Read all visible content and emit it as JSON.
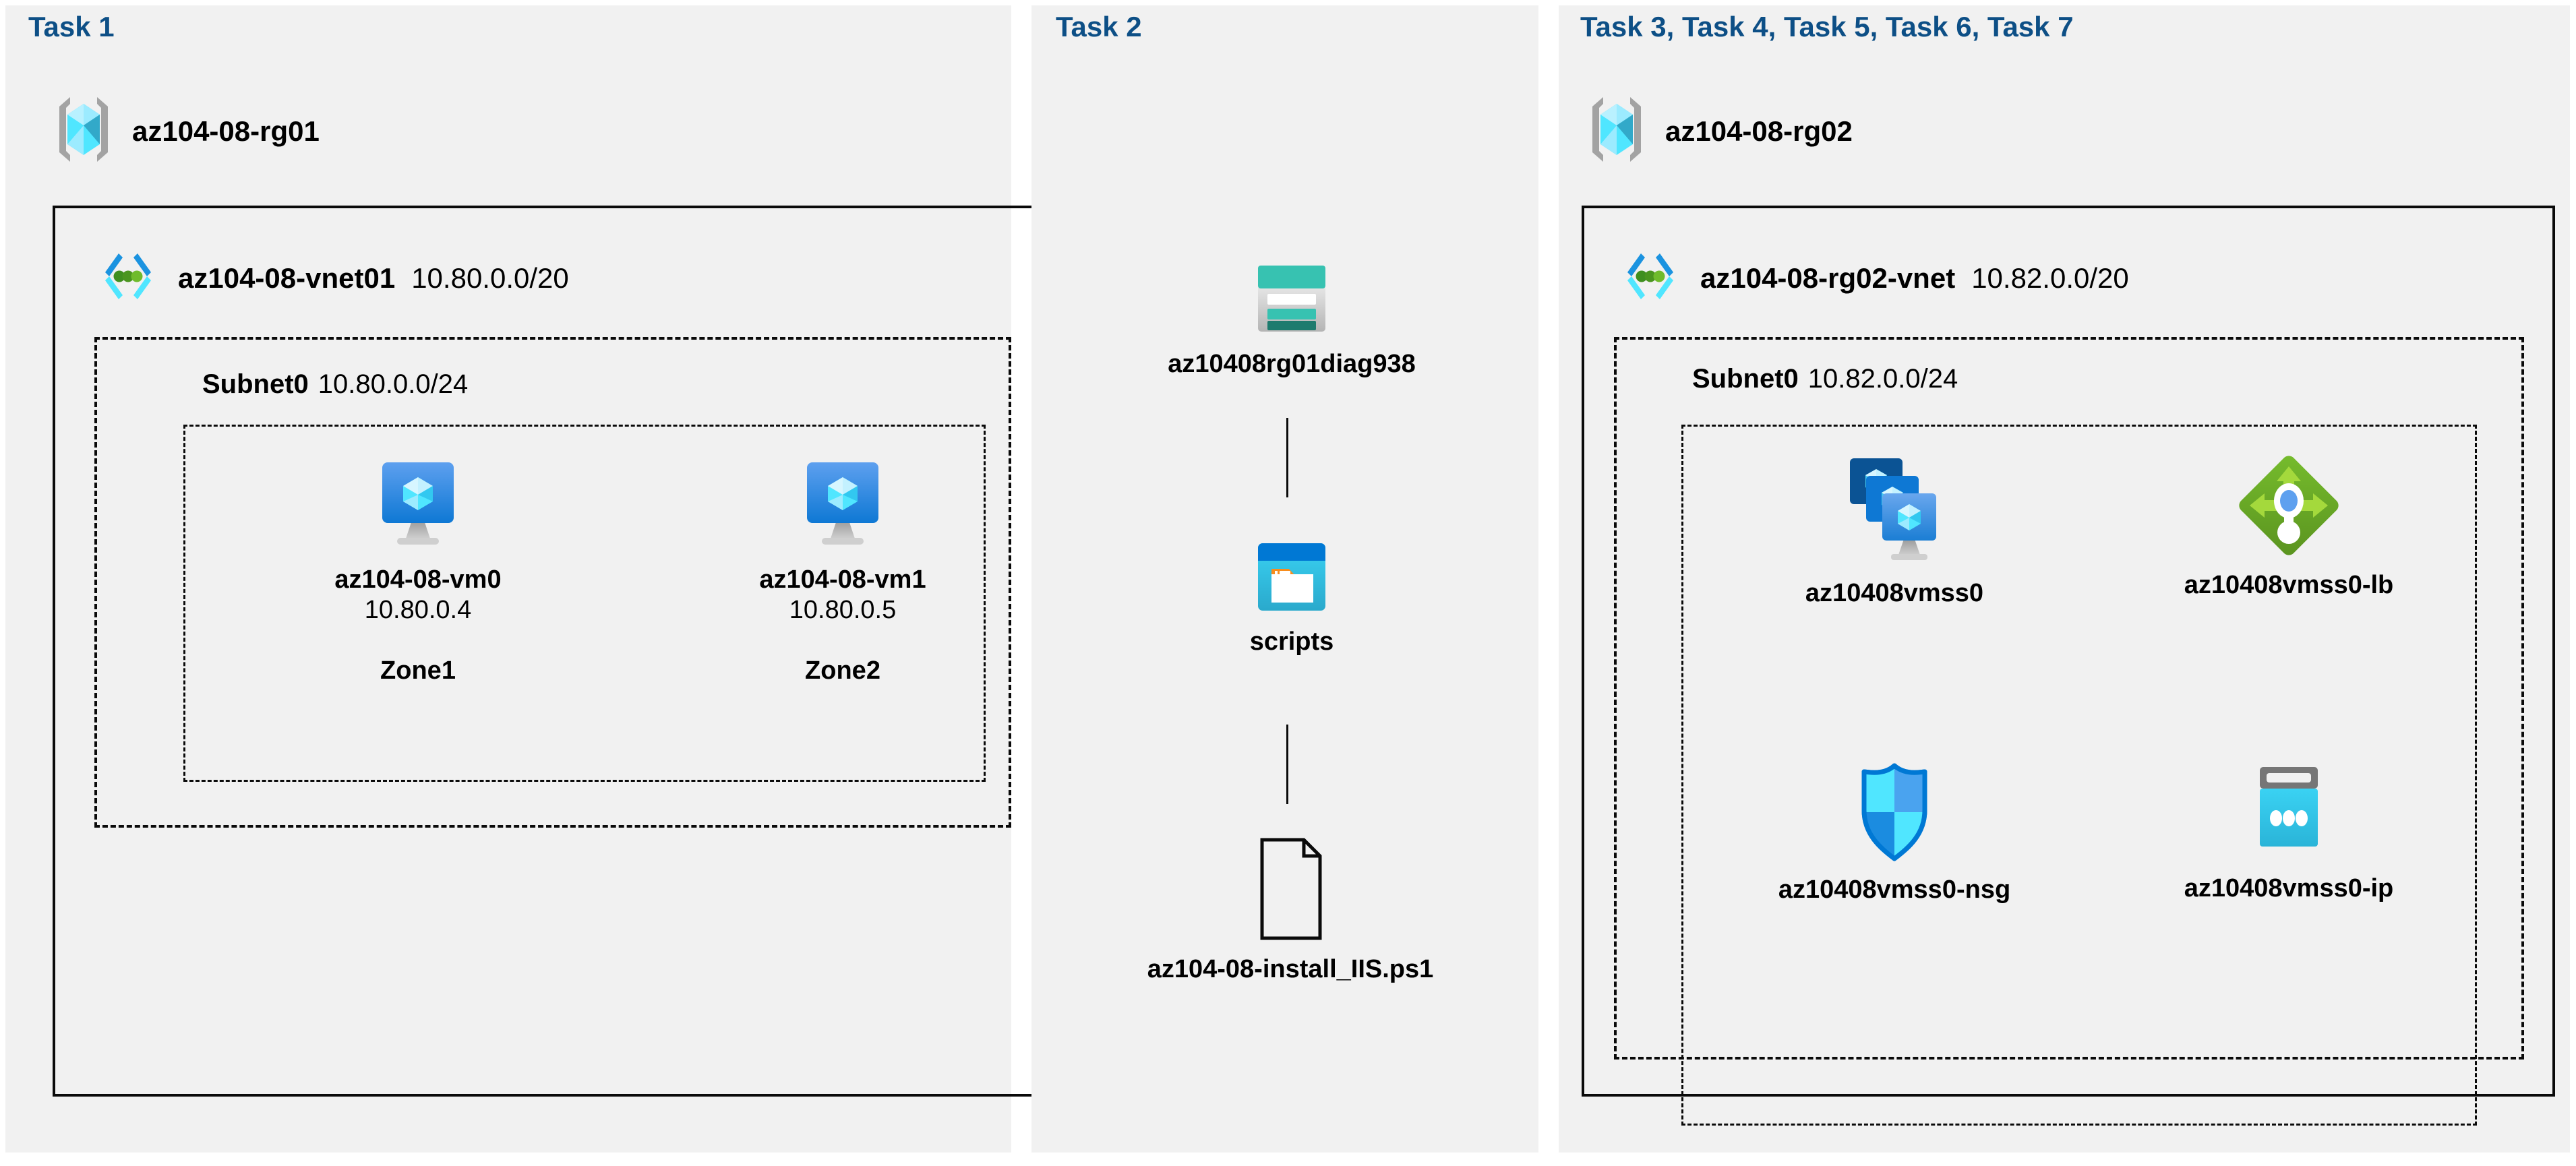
{
  "diagram": {
    "title": "Azure AZ-104-08 lab architecture",
    "background": "#ffffff",
    "panel_bg": "#f1f1f1",
    "task_label_color": "#0d4f86",
    "border_color": "#0a0a0a"
  },
  "panels": [
    {
      "id": "panel1",
      "task_label": "Task 1"
    },
    {
      "id": "panel2",
      "task_label": "Task 2"
    },
    {
      "id": "panel3",
      "task_label": "Task 3, Task 4, Task 5, Task 6, Task 7"
    }
  ],
  "panel1": {
    "resource_group": {
      "icon": "resource-group-icon",
      "name": "az104-08-rg01"
    },
    "vnet": {
      "icon": "virtual-network-icon",
      "name": "az104-08-vnet01",
      "cidr": "10.80.0.0/20"
    },
    "subnet": {
      "name": "Subnet0",
      "cidr": "10.80.0.0/24"
    },
    "vms": [
      {
        "icon": "virtual-machine-icon",
        "name": "az104-08-vm0",
        "ip": "10.80.0.4",
        "zone": "Zone1"
      },
      {
        "icon": "virtual-machine-icon",
        "name": "az104-08-vm1",
        "ip": "10.80.0.5",
        "zone": "Zone2"
      }
    ]
  },
  "panel2": {
    "storage_account": {
      "icon": "storage-account-icon",
      "name": "az10408rg01diag938"
    },
    "blob_container": {
      "icon": "blob-container-icon",
      "name": "scripts"
    },
    "script_file": {
      "icon": "file-document-icon",
      "name": "az104-08-install_IIS.ps1"
    }
  },
  "panel3": {
    "resource_group": {
      "icon": "resource-group-icon",
      "name": "az104-08-rg02"
    },
    "vnet": {
      "icon": "virtual-network-icon",
      "name": "az104-08-rg02-vnet",
      "cidr": "10.82.0.0/20"
    },
    "subnet": {
      "name": "Subnet0",
      "cidr": "10.82.0.0/24"
    },
    "resources": [
      {
        "icon": "vm-scale-set-icon",
        "name": "az10408vmss0"
      },
      {
        "icon": "load-balancer-icon",
        "name": "az10408vmss0-lb"
      },
      {
        "icon": "network-security-group-icon",
        "name": "az10408vmss0-nsg"
      },
      {
        "icon": "public-ip-address-icon",
        "name": "az10408vmss0-ip"
      }
    ]
  },
  "colors": {
    "azure_blue": "#0078d4",
    "cube_cyan": "#50e6ff",
    "bracket_gray": "#a3a3a3",
    "vnet_green_dot": "#4f9c20",
    "storage_teal": "#37c2b1",
    "storage_teal_dark": "#1d7b6e",
    "blob_cyan": "#32bedd",
    "blob_top": "#0078d4",
    "folder_orange": "#f78d1e",
    "lb_green": "#5e9624",
    "lb_arrow_green": "#9bd531",
    "nsg_blue": "#0078d4",
    "pip_gray": "#767676",
    "pip_cyan": "#32bedd"
  }
}
